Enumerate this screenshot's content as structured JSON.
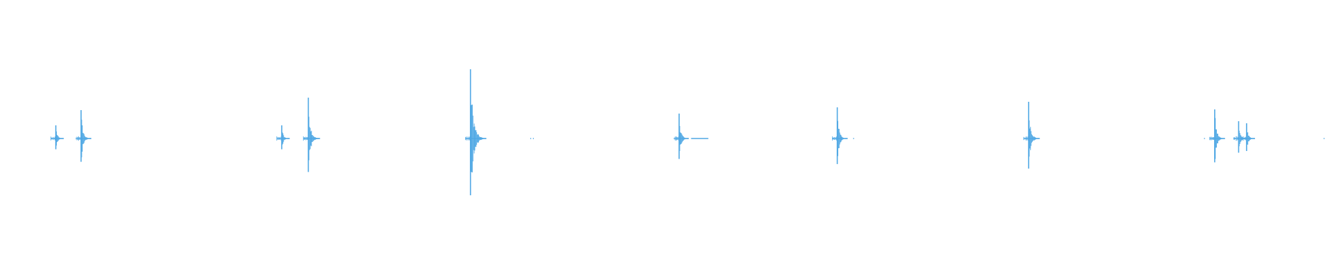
{
  "waveform": {
    "color": "#4ea7e4",
    "background": "#ffffff",
    "bursts": [
      {
        "t": 0.042,
        "amp": 0.095
      },
      {
        "t": 0.061,
        "amp": 0.205
      },
      {
        "t": 0.212,
        "amp": 0.095
      },
      {
        "t": 0.232,
        "amp": 0.295
      },
      {
        "t": 0.354,
        "amp": 0.5
      },
      {
        "t": 0.511,
        "amp": 0.18
      },
      {
        "t": 0.63,
        "amp": 0.225
      },
      {
        "t": 0.774,
        "amp": 0.265
      },
      {
        "t": 0.914,
        "amp": 0.21
      },
      {
        "t": 0.932,
        "amp": 0.125
      },
      {
        "t": 0.938,
        "amp": 0.11
      }
    ],
    "flat_segment": {
      "t_start": 0.52,
      "t_end": 0.533,
      "amp": 0.004
    },
    "specks": [
      0.399,
      0.401,
      0.642,
      0.906,
      0.996
    ]
  }
}
